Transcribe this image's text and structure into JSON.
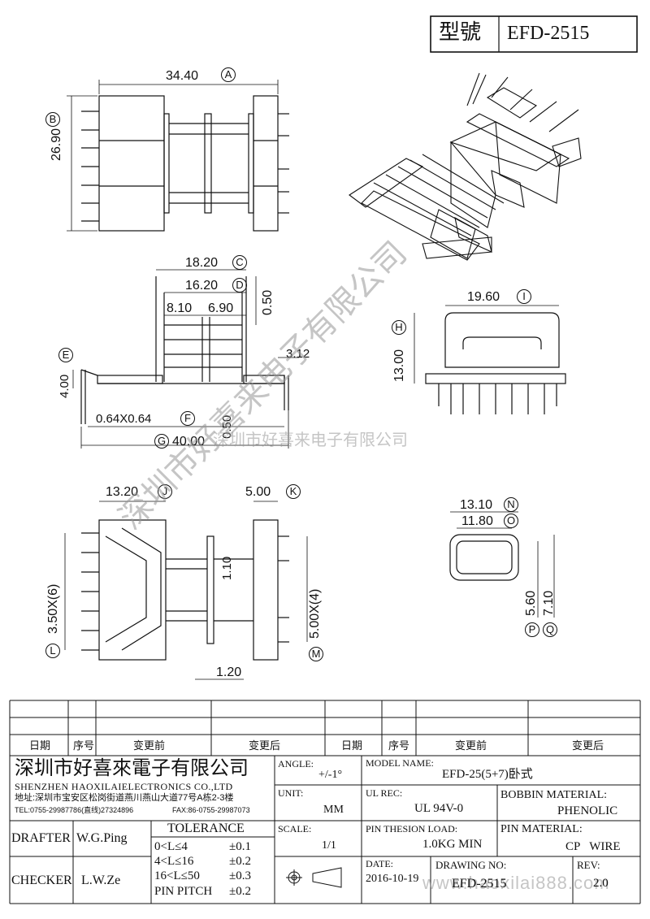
{
  "header": {
    "model_label": "型號",
    "model_value": "EFD-2515"
  },
  "top_view": {
    "width_dim": "34.40",
    "width_ref": "A",
    "height_dim": "26.90",
    "height_ref": "B"
  },
  "side_view": {
    "dim_c": "18.20",
    "ref_c": "C",
    "dim_d": "16.20",
    "ref_d": "D",
    "dim_left": "8.10",
    "dim_right": "6.90",
    "dim_gap": "0.50",
    "dim_e": "4.00",
    "ref_e": "E",
    "dim_pin_offset": "3.12",
    "dim_pin": "0.64X0.64",
    "ref_f": "F",
    "dim_pin2": "0.50",
    "dim_g": "40.00",
    "ref_g": "G"
  },
  "end_view": {
    "dim_i": "19.60",
    "ref_i": "I",
    "dim_h": "13.00",
    "ref_h": "H"
  },
  "bottom_view": {
    "dim_j": "13.20",
    "ref_j": "J",
    "dim_k": "5.00",
    "ref_k": "K",
    "dim_l": "3.50X(6)",
    "ref_l": "L",
    "dim_m": "5.00X(4)",
    "ref_m": "M",
    "dim_slot": "1.10",
    "dim_flange": "1.20"
  },
  "section_view": {
    "dim_n": "13.10",
    "ref_n": "N",
    "dim_o": "11.80",
    "ref_o": "O",
    "dim_p": "5.60",
    "ref_p": "P",
    "dim_q": "7.10",
    "ref_q": "Q"
  },
  "watermark": {
    "diagonal": "深圳市好喜来电子有限公司",
    "horizontal": "深圳市好喜来电子有限公司",
    "site": "www.haoxilai888.com"
  },
  "revision_table": {
    "headers": [
      "日期",
      "序号",
      "变更前",
      "变更后",
      "日期",
      "序号",
      "变更前",
      "变更后"
    ]
  },
  "title_block": {
    "company_cn": "深圳市好喜來電子有限公司",
    "company_en": "SHENZHEN HAOXILAIELECTRONICS CO.,LTD",
    "address": "地址:深圳市宝安区松岗街道燕川燕山大道77号A栋2-3楼",
    "tel": "TEL:0755-29987786(直线)27324896",
    "fax": "FAX:86-0755-29987073",
    "drafter_label": "DRAFTER",
    "drafter_value": "W.G.Ping",
    "checker_label": "CHECKER",
    "checker_value": "L.W.Ze",
    "tolerance_title": "TOLERANCE",
    "tolerance_rows": [
      {
        "range": "0<L≤4",
        "value": "±0.1"
      },
      {
        "range": "4<L≤16",
        "value": "±0.2"
      },
      {
        "range": "16<L≤50",
        "value": "±0.3"
      },
      {
        "range": "PIN PITCH",
        "value": "±0.2"
      }
    ],
    "angle_label": "ANGLE:",
    "angle_value": "+/-1°",
    "unit_label": "UNIT:",
    "unit_value": "MM",
    "scale_label": "SCALE:",
    "scale_value": "1/1",
    "model_name_label": "MODEL NAME:",
    "model_name_value": "EFD-25(5+7)卧式",
    "ul_rec_label": "UL REC:",
    "ul_rec_value": "UL 94V-0",
    "bobbin_label": "BOBBIN MATERIAL:",
    "bobbin_value": "PHENOLIC",
    "pin_load_label": "PIN THESION LOAD:",
    "pin_load_value": "1.0KG MIN",
    "pin_material_label": "PIN MATERIAL:",
    "pin_material_value": "CP WIRE",
    "date_label": "DATE:",
    "date_value": "2016-10-19",
    "drawing_no_label": "DRAWING NO:",
    "drawing_no_value": "EFD-2515",
    "rev_label": "REV:",
    "rev_value": "2.0"
  }
}
